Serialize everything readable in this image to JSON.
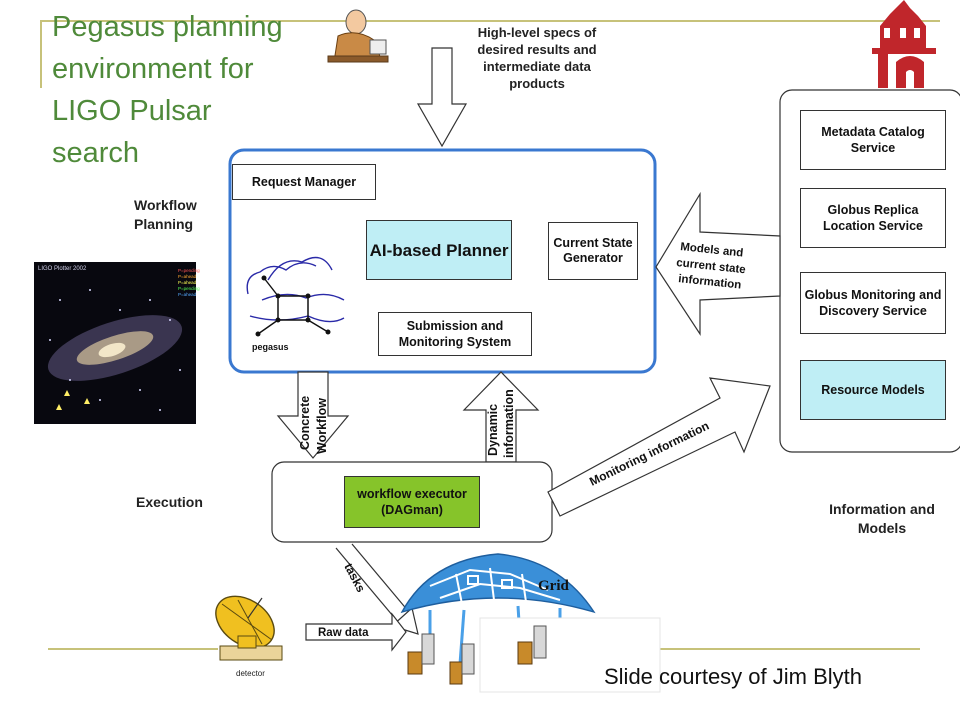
{
  "slide": {
    "title": "Pegasus planning environment for LIGO Pulsar search",
    "credit": "Slide courtesy of Jim Blyth"
  },
  "labels": {
    "specs": "High-level specs of desired results and intermediate data products",
    "workflow_planning": "Workflow Planning",
    "execution": "Execution",
    "information_models": "Information and Models",
    "concrete_workflow": "Concrete Workflow",
    "dynamic_information": "Dynamic information",
    "models_info": "Models and current state information",
    "monitoring_info": "Monitoring information",
    "tasks": "tasks",
    "raw_data": "Raw data",
    "detector": "detector",
    "grid": "Grid",
    "pegasus_logo": "pegasus"
  },
  "planning": {
    "request_manager": "Request Manager",
    "ai_planner": "AI-based Planner",
    "current_state": "Current State Generator",
    "submission": "Submission and Monitoring System"
  },
  "executor": {
    "label": "workflow executor (DAGman)"
  },
  "services": [
    {
      "label": "Metadata Catalog Service"
    },
    {
      "label": "Globus Replica Location Service"
    },
    {
      "label": "Globus Monitoring and Discovery Service"
    },
    {
      "label": "Resource Models"
    }
  ],
  "ligo_plotter": {
    "header": "LIGO Plotter 2002",
    "legend": [
      "P=pending",
      "P=ahead",
      "P=ahead",
      "P=pending",
      "P=ahead"
    ]
  },
  "colors": {
    "title": "#4f8a3a",
    "planning_border": "#3a78d0",
    "planner_fill": "#bfeef5",
    "executor_fill": "#86c42a",
    "resource_fill": "#bfeef5",
    "rule": "#c7c27a"
  }
}
